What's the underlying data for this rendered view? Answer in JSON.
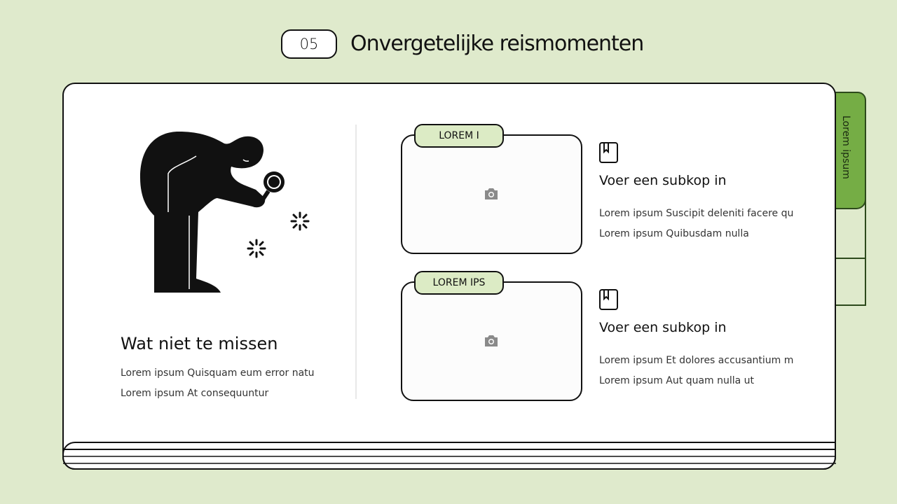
{
  "header": {
    "number": "05",
    "title": "Onvergetelijke reismomenten"
  },
  "side_tab": {
    "label": "Lorem ipsum",
    "color": "#75ad45"
  },
  "left": {
    "title": "Wat niet te missen",
    "lines": [
      "Lorem ipsum Quisquam eum error natu",
      "Lorem ipsum At consequuntur"
    ]
  },
  "cards": [
    {
      "tab_label": "LOREM I",
      "icon": "camera-icon",
      "sub_icon": "bookmark-book-icon",
      "subtitle": "Voer een subkop in",
      "lines": [
        "Lorem ipsum Suscipit deleniti facere qu",
        "Lorem ipsum Quibusdam nulla"
      ]
    },
    {
      "tab_label": "LOREM IPS",
      "icon": "camera-icon",
      "sub_icon": "bookmark-book-icon",
      "subtitle": "Voer een subkop in",
      "lines": [
        "Lorem ipsum Et dolores accusantium m",
        "Lorem ipsum Aut quam nulla ut"
      ]
    }
  ],
  "colors": {
    "background": "#dfeacc",
    "accent": "#75ad45",
    "tab_fill": "#dcebc5"
  }
}
